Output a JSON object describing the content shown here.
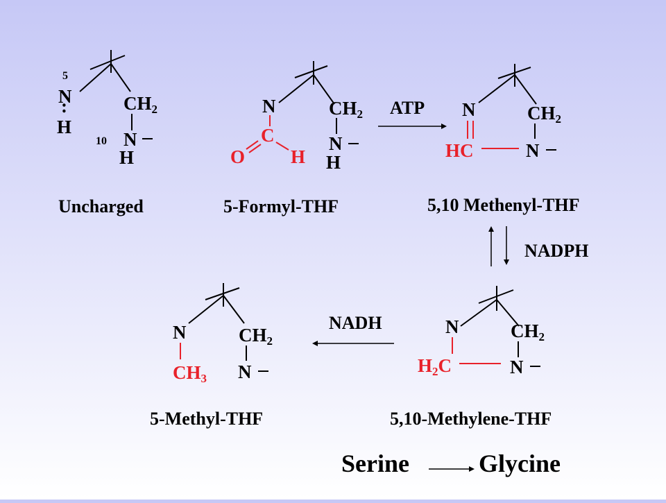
{
  "colors": {
    "accent": "#e8212a",
    "text": "#000000"
  },
  "labels": {
    "uncharged": "Uncharged",
    "formyl": "5-Formyl-THF",
    "methenyl": "5,10 Methenyl-THF",
    "methylene": "5,10-Methylene-THF",
    "methyl": "5-Methyl-THF"
  },
  "reagents": {
    "atp": "ATP",
    "nadph": "NADPH",
    "nadh": "NADH"
  },
  "conversion": {
    "from": "Serine",
    "to": "Glycine"
  },
  "atoms": {
    "n": "N",
    "h": "H",
    "ch": "CH",
    "c": "C",
    "o": "O",
    "hc": "HC",
    "hc_h": "H",
    "hc_c": "C",
    "hc_sub": "2",
    "sub2": "2",
    "sub3": "3",
    "pos5": "5",
    "pos10": "10",
    "lone_pair": ":"
  }
}
